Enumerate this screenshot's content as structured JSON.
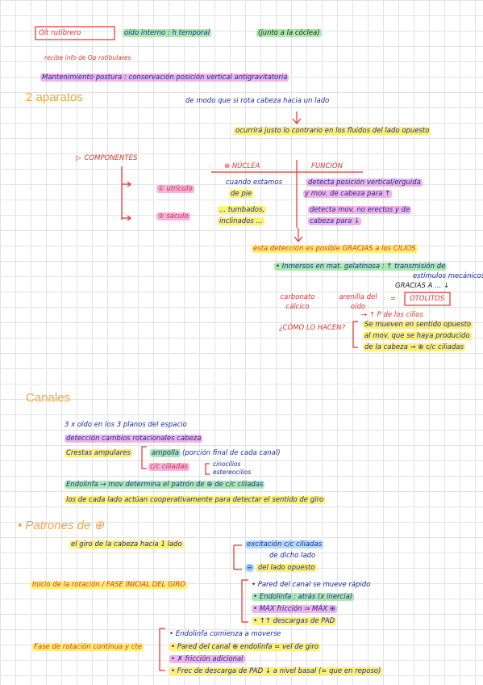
{
  "header": {
    "title_box": "Oít rutibrero",
    "title_rest": "oído interno : h temporal",
    "title_note": "(junto a la cóclea)",
    "sub_note": "recibe info de Op rotibulares",
    "bullet": "Mantenimiento postura : conservación posición vertical antigravitatoria"
  },
  "aparatos": {
    "heading": "2 aparatos",
    "line1": "de modo que si rota cabeza hacia un lado",
    "line2": "ocurrirá justo lo contrario en los fluidos del lado opuesto",
    "componentes": "COMPONENTES",
    "col_head1": "⊕ NÚCLEA",
    "col_head2": "FUNCIÓN",
    "utriculo": "① utrículo",
    "sáculo": "② sáculo",
    "row1_col1a": "cuando estamos",
    "row1_col1b": "de pie",
    "row1_col2a": "detecta posición vertical/erguida",
    "row1_col2b": "y mov. de cabeza para ↑",
    "row2_col1a": "... tumbados,",
    "row2_col1b": "inclinados ...",
    "row2_col2a": "detecta mov. no erectos y de",
    "row2_col2b": "cabeza para ↓",
    "cilios1": "esta detección es posible GRACIAS a los CILIOS",
    "cilios2": "• Inmersos en mat. gelatinosa : ↑ transmisión de",
    "cilios3": "estímulos mecánicos",
    "gracias": "GRACIAS A ... ↓",
    "carbonato": "carbonato cálcico",
    "arenilla": "arenilla del oído",
    "otolitos": "OTOLITOS",
    "tp": "→ ↑ P de los cilios",
    "como": "¿CÓMO LO HACEN?",
    "como_a": "Se mueven en sentido opuesto",
    "como_b": "al mov. que se haya producido",
    "como_c": "de la cabeza → ⊕ c/c ciliadas"
  },
  "canales": {
    "heading": "Canales",
    "l1": "3 x oído en los 3 planos del espacio",
    "l2": "detección cambios rotacionales cabeza",
    "l3a": "Crestas ampulares",
    "l3b": "ampolla",
    "l3c": "(porción final de cada canal)",
    "l4a": "c/c ciliadas",
    "l4b": "cinocilios",
    "l4c": "estereocilios",
    "l5": "Endolinfa → mov determina el patrón de ⊕ de c/c ciliadas",
    "l6": "los de cada lado actúan cooperativamente para detectar el sentido de giro"
  },
  "patrones": {
    "heading": "• Patrones de ⊕",
    "l1": "el giro de la cabeza hacia 1 lado",
    "l1a": "excitación c/c ciliadas",
    "l1b": "de dicho lado",
    "l1c": "del lado opuesto",
    "fase1": "Inicio de la rotación / FASE INICIAL DEL GIRO",
    "f1a": "• Pared del canal se mueve rápido",
    "f1b": "• Endolinfa : atrás (x inercia)",
    "f1c": "• MÁX fricción ⇒ MÁX ⊕",
    "f1d": "• ↑↑ descargas de PAD",
    "fase2": "Fase de rotación continua y cte",
    "f2a": "• Endolinfa comienza a moverse",
    "f2b": "• Pared del canal ⊕ endolinfa = vel de giro",
    "f2c": "• ✗ fricción adicional",
    "f2d": "• Frec de descarga de PAD ↓ a nivel basal (= que en reposo)"
  }
}
